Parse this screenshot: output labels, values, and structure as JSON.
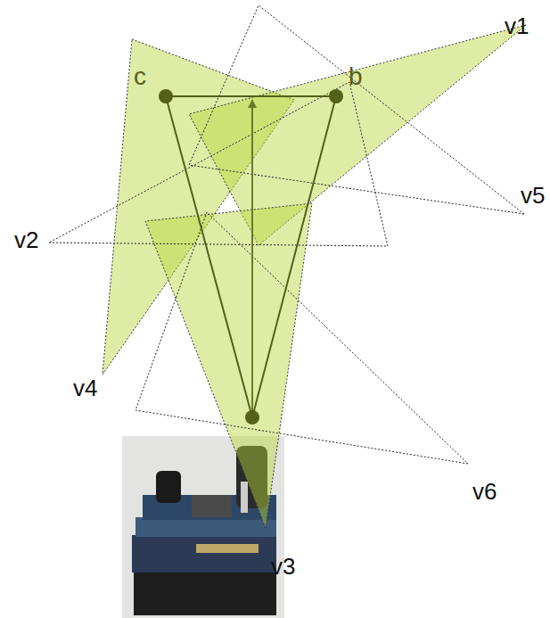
{
  "diagram": {
    "labels": [
      "v1",
      "c",
      "b",
      "v5",
      "v2",
      "v4",
      "v6",
      "v3"
    ]
  }
}
